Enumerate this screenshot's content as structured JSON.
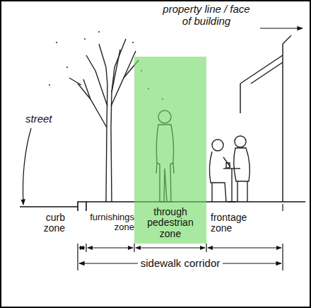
{
  "diagram": {
    "nodes": [
      {
        "text": [
          "through pedestrian zone"
        ]
      }
    ],
    "labels": [
      "property line / face of building",
      "street",
      "curb zone",
      "furnishings zone",
      "frontage zone",
      "sidewalk corridor"
    ]
  }
}
